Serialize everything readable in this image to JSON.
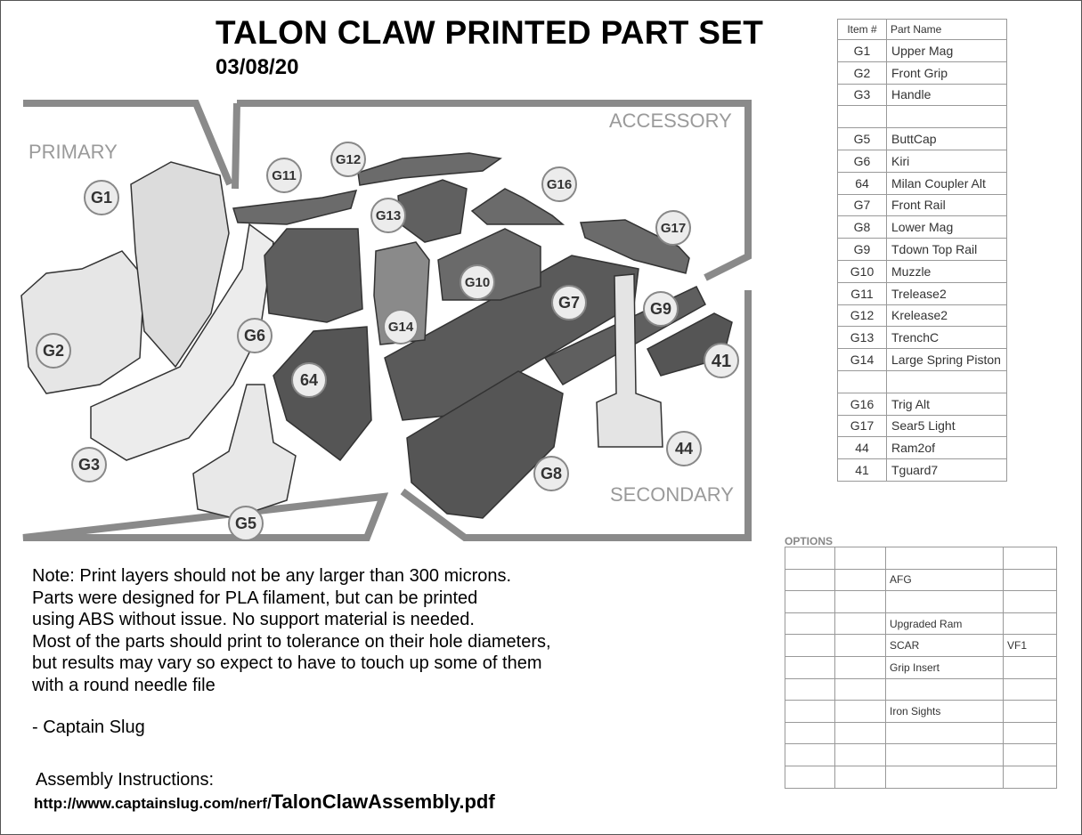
{
  "title": "TALON CLAW PRINTED PART SET",
  "date": "03/08/20",
  "zones": {
    "primary": "PRIMARY",
    "accessory": "ACCESSORY",
    "secondary": "SECONDARY"
  },
  "callouts": [
    "G1",
    "G2",
    "G3",
    "G5",
    "G6",
    "64",
    "G7",
    "G8",
    "G9",
    "41",
    "G10",
    "G11",
    "G12",
    "G13",
    "G14",
    "G16",
    "G17",
    "44"
  ],
  "parts_table": {
    "headers": [
      "Item #",
      "Part Name"
    ],
    "rows": [
      [
        "G1",
        "Upper Mag"
      ],
      [
        "G2",
        "Front Grip"
      ],
      [
        "G3",
        "Handle"
      ],
      [
        "",
        ""
      ],
      [
        "G5",
        "ButtCap"
      ],
      [
        "G6",
        "Kiri"
      ],
      [
        "64",
        "Milan Coupler Alt"
      ],
      [
        "G7",
        "Front Rail"
      ],
      [
        "G8",
        "Lower Mag"
      ],
      [
        "G9",
        "Tdown Top Rail"
      ],
      [
        "G10",
        "Muzzle"
      ],
      [
        "G11",
        "Trelease2"
      ],
      [
        "G12",
        "Krelease2"
      ],
      [
        "G13",
        "TrenchC"
      ],
      [
        "G14",
        "Large Spring Piston"
      ],
      [
        "",
        ""
      ],
      [
        "G16",
        "Trig Alt"
      ],
      [
        "G17",
        "Sear5 Light"
      ],
      [
        "44",
        "Ram2of"
      ],
      [
        "41",
        "Tguard7"
      ]
    ]
  },
  "options": {
    "title": "OPTIONS",
    "rows": [
      [
        "",
        "",
        "",
        ""
      ],
      [
        "",
        "",
        "AFG",
        ""
      ],
      [
        "",
        "",
        "",
        ""
      ],
      [
        "",
        "",
        "Upgraded Ram",
        ""
      ],
      [
        "",
        "",
        "SCAR",
        "VF1"
      ],
      [
        "",
        "",
        "Grip Insert",
        ""
      ],
      [
        "",
        "",
        "",
        ""
      ],
      [
        "",
        "",
        "Iron Sights",
        ""
      ],
      [
        "",
        "",
        "",
        ""
      ],
      [
        "",
        "",
        "",
        ""
      ],
      [
        "",
        "",
        "",
        ""
      ]
    ]
  },
  "note": "Note: Print layers should not be any larger than 300 microns.\nParts were designed for PLA filament, but can be printed\nusing ABS without issue. No support material is needed.\nMost of the parts should print to tolerance on their hole diameters,\nbut results may vary so expect to have to touch up some of them\nwith a round needle file",
  "signature": "- Captain Slug",
  "assembly": {
    "label": "Assembly Instructions:",
    "url_prefix": "http://www.captainslug.com/nerf/",
    "url_file": "TalonClawAssembly.pdf"
  },
  "colors": {
    "zone_border": "#8a8a8a",
    "zone_text": "#9a9a9a",
    "part_dark": "#5a5a5a",
    "part_light": "#e6e6e6"
  }
}
